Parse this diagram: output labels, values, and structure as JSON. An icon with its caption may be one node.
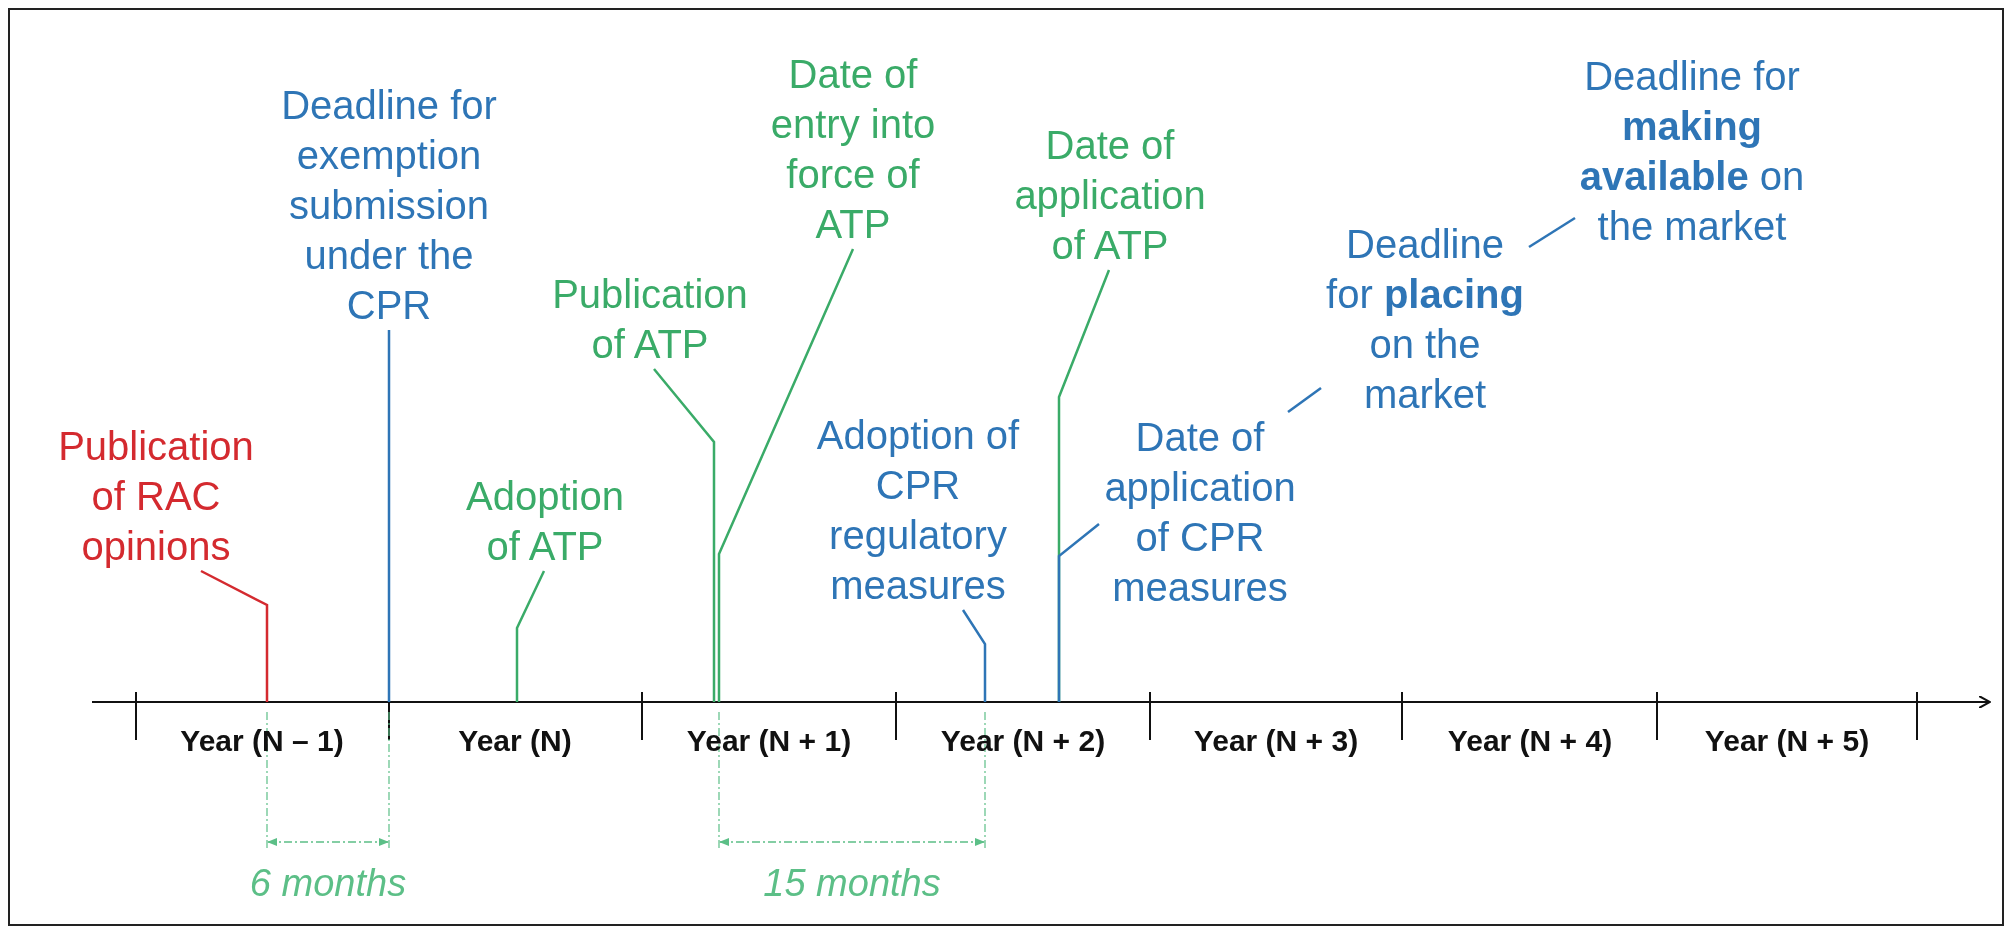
{
  "diagram": {
    "nodes": [
      {
        "text": [
          "Publication of RAC opinions"
        ]
      },
      {
        "text": [
          "Deadline for exemption submission under the CPR"
        ]
      },
      {
        "text": [
          "Adoption of ATP"
        ]
      },
      {
        "text": [
          "Publication of ATP"
        ]
      },
      {
        "text": [
          "Date of entry into force of ATP"
        ]
      },
      {
        "text": [
          "Adoption of CPR regulatory measures"
        ]
      },
      {
        "text": [
          "Date of application of ATP"
        ]
      },
      {
        "text": [
          "Date of application of CPR measures"
        ]
      },
      {
        "text": [
          "Deadline for **placing** on the market"
        ]
      },
      {
        "text": [
          "Deadline for **making available** on the market"
        ]
      }
    ],
    "edges": [
      {
        "from": 0,
        "to": null,
        "arrow": "none",
        "color": "#d42a2f"
      },
      {
        "from": 1,
        "to": null,
        "arrow": "none"
      },
      {
        "from": 2,
        "to": null,
        "arrow": "none",
        "color": "#3aab68"
      },
      {
        "from": 3,
        "to": null,
        "arrow": "none",
        "color": "#3aab68"
      },
      {
        "from": 4,
        "to": null,
        "arrow": "none",
        "color": "#3aab68"
      },
      {
        "from": 5,
        "to": null,
        "arrow": "none"
      },
      {
        "from": 6,
        "to": null,
        "arrow": "none",
        "color": "#3aab68"
      },
      {
        "from": 7,
        "to": null,
        "arrow": "none"
      },
      {
        "from": 8,
        "to": 7,
        "arrow": "none"
      },
      {
        "from": 9,
        "to": 8,
        "arrow": "none"
      }
    ],
    "labels": [
      "Year (N – 1)",
      "Year (N)",
      "Year (N + 1)",
      "Year (N + 2)",
      "Year (N + 3)",
      "Year (N + 4)",
      "Year (N + 5)",
      "6 months",
      "15 months"
    ]
  }
}
